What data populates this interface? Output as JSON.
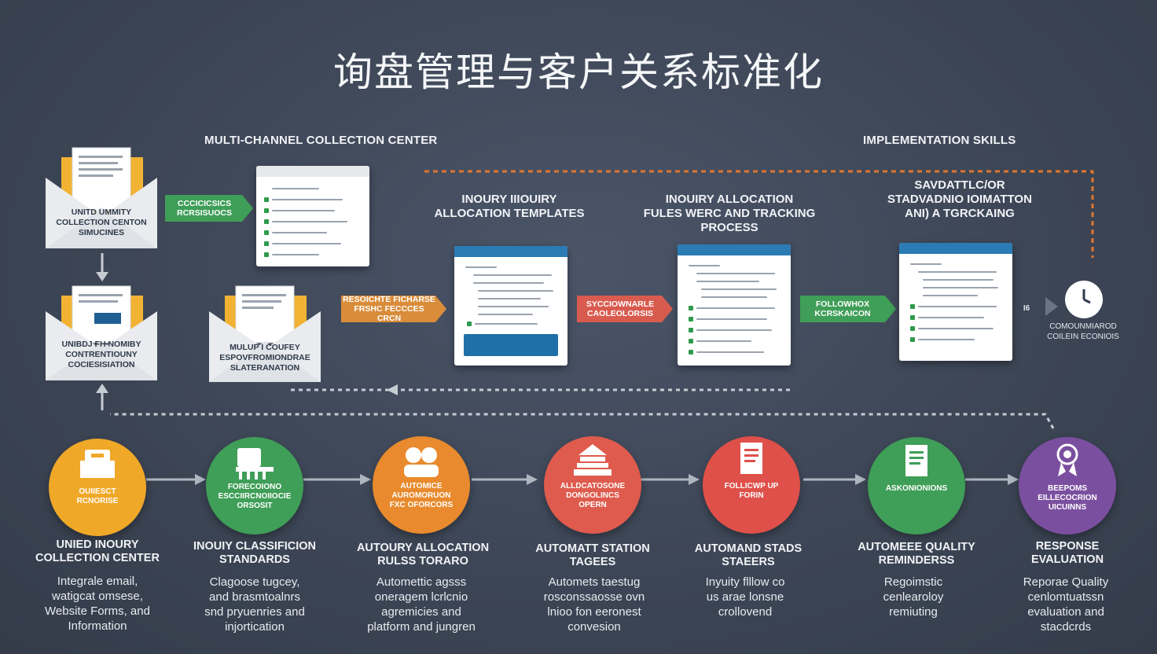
{
  "title": "询盘管理与客户关系标准化",
  "top_section": {
    "left_heading": "MULTI-CHANNEL COLLECTION CENTER",
    "right_heading": "IMPLEMENTATION SKILLS",
    "envelopes": [
      {
        "label": "UNITD UMMITY\nCOLLECTION CENTON\nSIMUCINES"
      },
      {
        "label": "UNIBDJ FH NOMIBY\nCONTRENTIOUNY\nCOCIESISIATION"
      },
      {
        "label": "MULUP I COUFEY\nESPOVFROMIONDRAE\nSLATERANATION"
      }
    ],
    "tags": [
      {
        "text": "CCCICICSICS\nRCRSISUOCS",
        "color": "#3f9e57"
      },
      {
        "text": "RESOICHTE FICHARSE\nFRSHC FECCCES CRCN",
        "color": "#d98c3a"
      },
      {
        "text": "SYCCIOWNARLE\nCAOLEOLORSIS",
        "color": "#d95b4f"
      },
      {
        "text": "FOLLOWHOX\nKCRSKAICON",
        "color": "#3f9e57"
      }
    ],
    "column_heads": [
      {
        "text": "INOURY IIIOUIRY\nALLOCATION TEMPLATES"
      },
      {
        "text": "INOUIRY ALLOCATION\nFULES WERC AND TRACKING\nPROCESS"
      },
      {
        "text": "SAVDATTLC/OR\nSTADVADNIO IOIMATTON\nANI) A TGRCKAING"
      }
    ],
    "clock_caption": "COMOUNMIAROD\nCOILEIN ECONIOIS",
    "clock_marker": "I6"
  },
  "steps": [
    {
      "circle_text": "OUIIESCT\nRCNORISE",
      "title": "UNIED INOURY\nCOLLECTION CENTER",
      "desc": "Integrale email,\nwatigcat omsese,\nWebsite  Forms, and\nInformation",
      "color": "#f0a828"
    },
    {
      "circle_text": "FORECOIONO\nESCCIIRCNOIIOCIE\nORSOSIT",
      "title": "INOUIY CLASSIFICION\nSTANDARDS",
      "desc": "Clagoose tugcey,\nand brasmtoalnrs\nsnd pryuenries and\ninjortication",
      "color": "#3f9e57"
    },
    {
      "circle_text": "AUTOMICE\nAUROMORUON\nFXC OFORCORS",
      "title": "AUTOURY ALLOCATION\nRULSS TORARO",
      "desc": "Automettic agsss\noneragem lcrlcnio\nagremicies and\nplatform and jungren",
      "color": "#e88a2d"
    },
    {
      "circle_text": "ALLDCATOSONE\nDONGOLINCS\nOPERN",
      "title": "AUTOMATT STATION\nTAGEES",
      "desc": "Automets taestug\nrosconssaosse ovn\nlnioo fon eeronest\nconvesion",
      "color": "#de5b4d"
    },
    {
      "circle_text": "FOLLICWP UP\nFORIN",
      "title": "AUTOMAND STADS\nSTAEERS",
      "desc": "Inyuity flllow co\nus arae lonsne\ncrollovend",
      "color": "#de5049"
    },
    {
      "circle_text": "ASKONIONIONS",
      "title": "AUTOMEEE QUALITY\nREMINDERSS",
      "desc": "Regoimstic\ncenlearoloy\nremiuting",
      "color": "#3f9e57"
    },
    {
      "circle_text": "BEEPOMS\nEILLECOCRION\nUICUINNS",
      "title": "RESPONSE\nEVALUATION",
      "desc": "Reporae Quality\ncenlomtuatssn\nevaluation and\nstacdcrds",
      "color": "#7b4fa0"
    }
  ]
}
